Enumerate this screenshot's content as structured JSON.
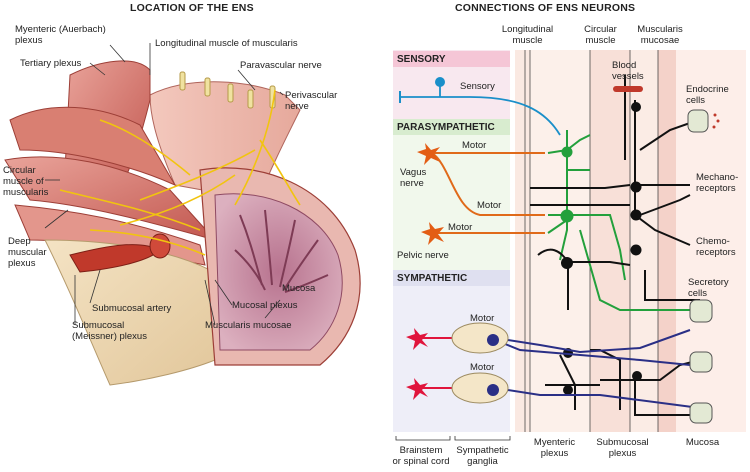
{
  "left": {
    "title": "LOCATION OF THE ENS",
    "labels": {
      "myenteric": "Myenteric (Auerbach)\nplexus",
      "longitudinal": "Longitudinal muscle of muscularis",
      "tertiary": "Tertiary plexus",
      "paravascular": "Paravascular nerve",
      "perivascular": "Perivascular\nnerve",
      "circular": "Circular\nmuscle of\nmuscularis",
      "deep": "Deep\nmuscular\nplexus",
      "mucosa": "Mucosa",
      "submucosal_artery": "Submucosal artery",
      "mucosal_plexus": "Mucosal plexus",
      "submucosal_plexus": "Submucosal\n(Meissner) plexus",
      "muscularis_mucosae": "Muscularis mucosae"
    }
  },
  "right": {
    "title": "CONNECTIONS OF ENS NEURONS",
    "columns": {
      "longitudinal": "Longitudinal\nmuscle",
      "circular": "Circular\nmuscle",
      "muscularis": "Muscularis\nmucosae"
    },
    "bands": {
      "sensory": "SENSORY",
      "parasympathetic": "PARASYMPATHETIC",
      "sympathetic": "SYMPATHETIC"
    },
    "labels": {
      "sensory": "Sensory",
      "vagus": "Vagus\nnerve",
      "pelvic": "Pelvic nerve",
      "motor": "Motor",
      "blood_vessels": "Blood\nvessels",
      "endocrine": "Endocrine\ncells",
      "mechano": "Mechano-\nreceptors",
      "chemo": "Chemo-\nreceptors",
      "secretory": "Secretory\ncells"
    },
    "bottom": {
      "brainstem": "Brainstem\nor spinal cord",
      "sympathetic_ganglia": "Sympathetic\nganglia",
      "myenteric": "Myenteric\nplexus",
      "submucosal": "Submucosal\nplexus",
      "mucosa": "Mucosa"
    }
  },
  "colors": {
    "sensory": "#1a8fc9",
    "parasympathetic": "#e06a1a",
    "sympathetic": "#2a2f86",
    "enteric": "#23a03c",
    "neuron": "#111111",
    "sympathetic_cell": "#e0143c"
  }
}
